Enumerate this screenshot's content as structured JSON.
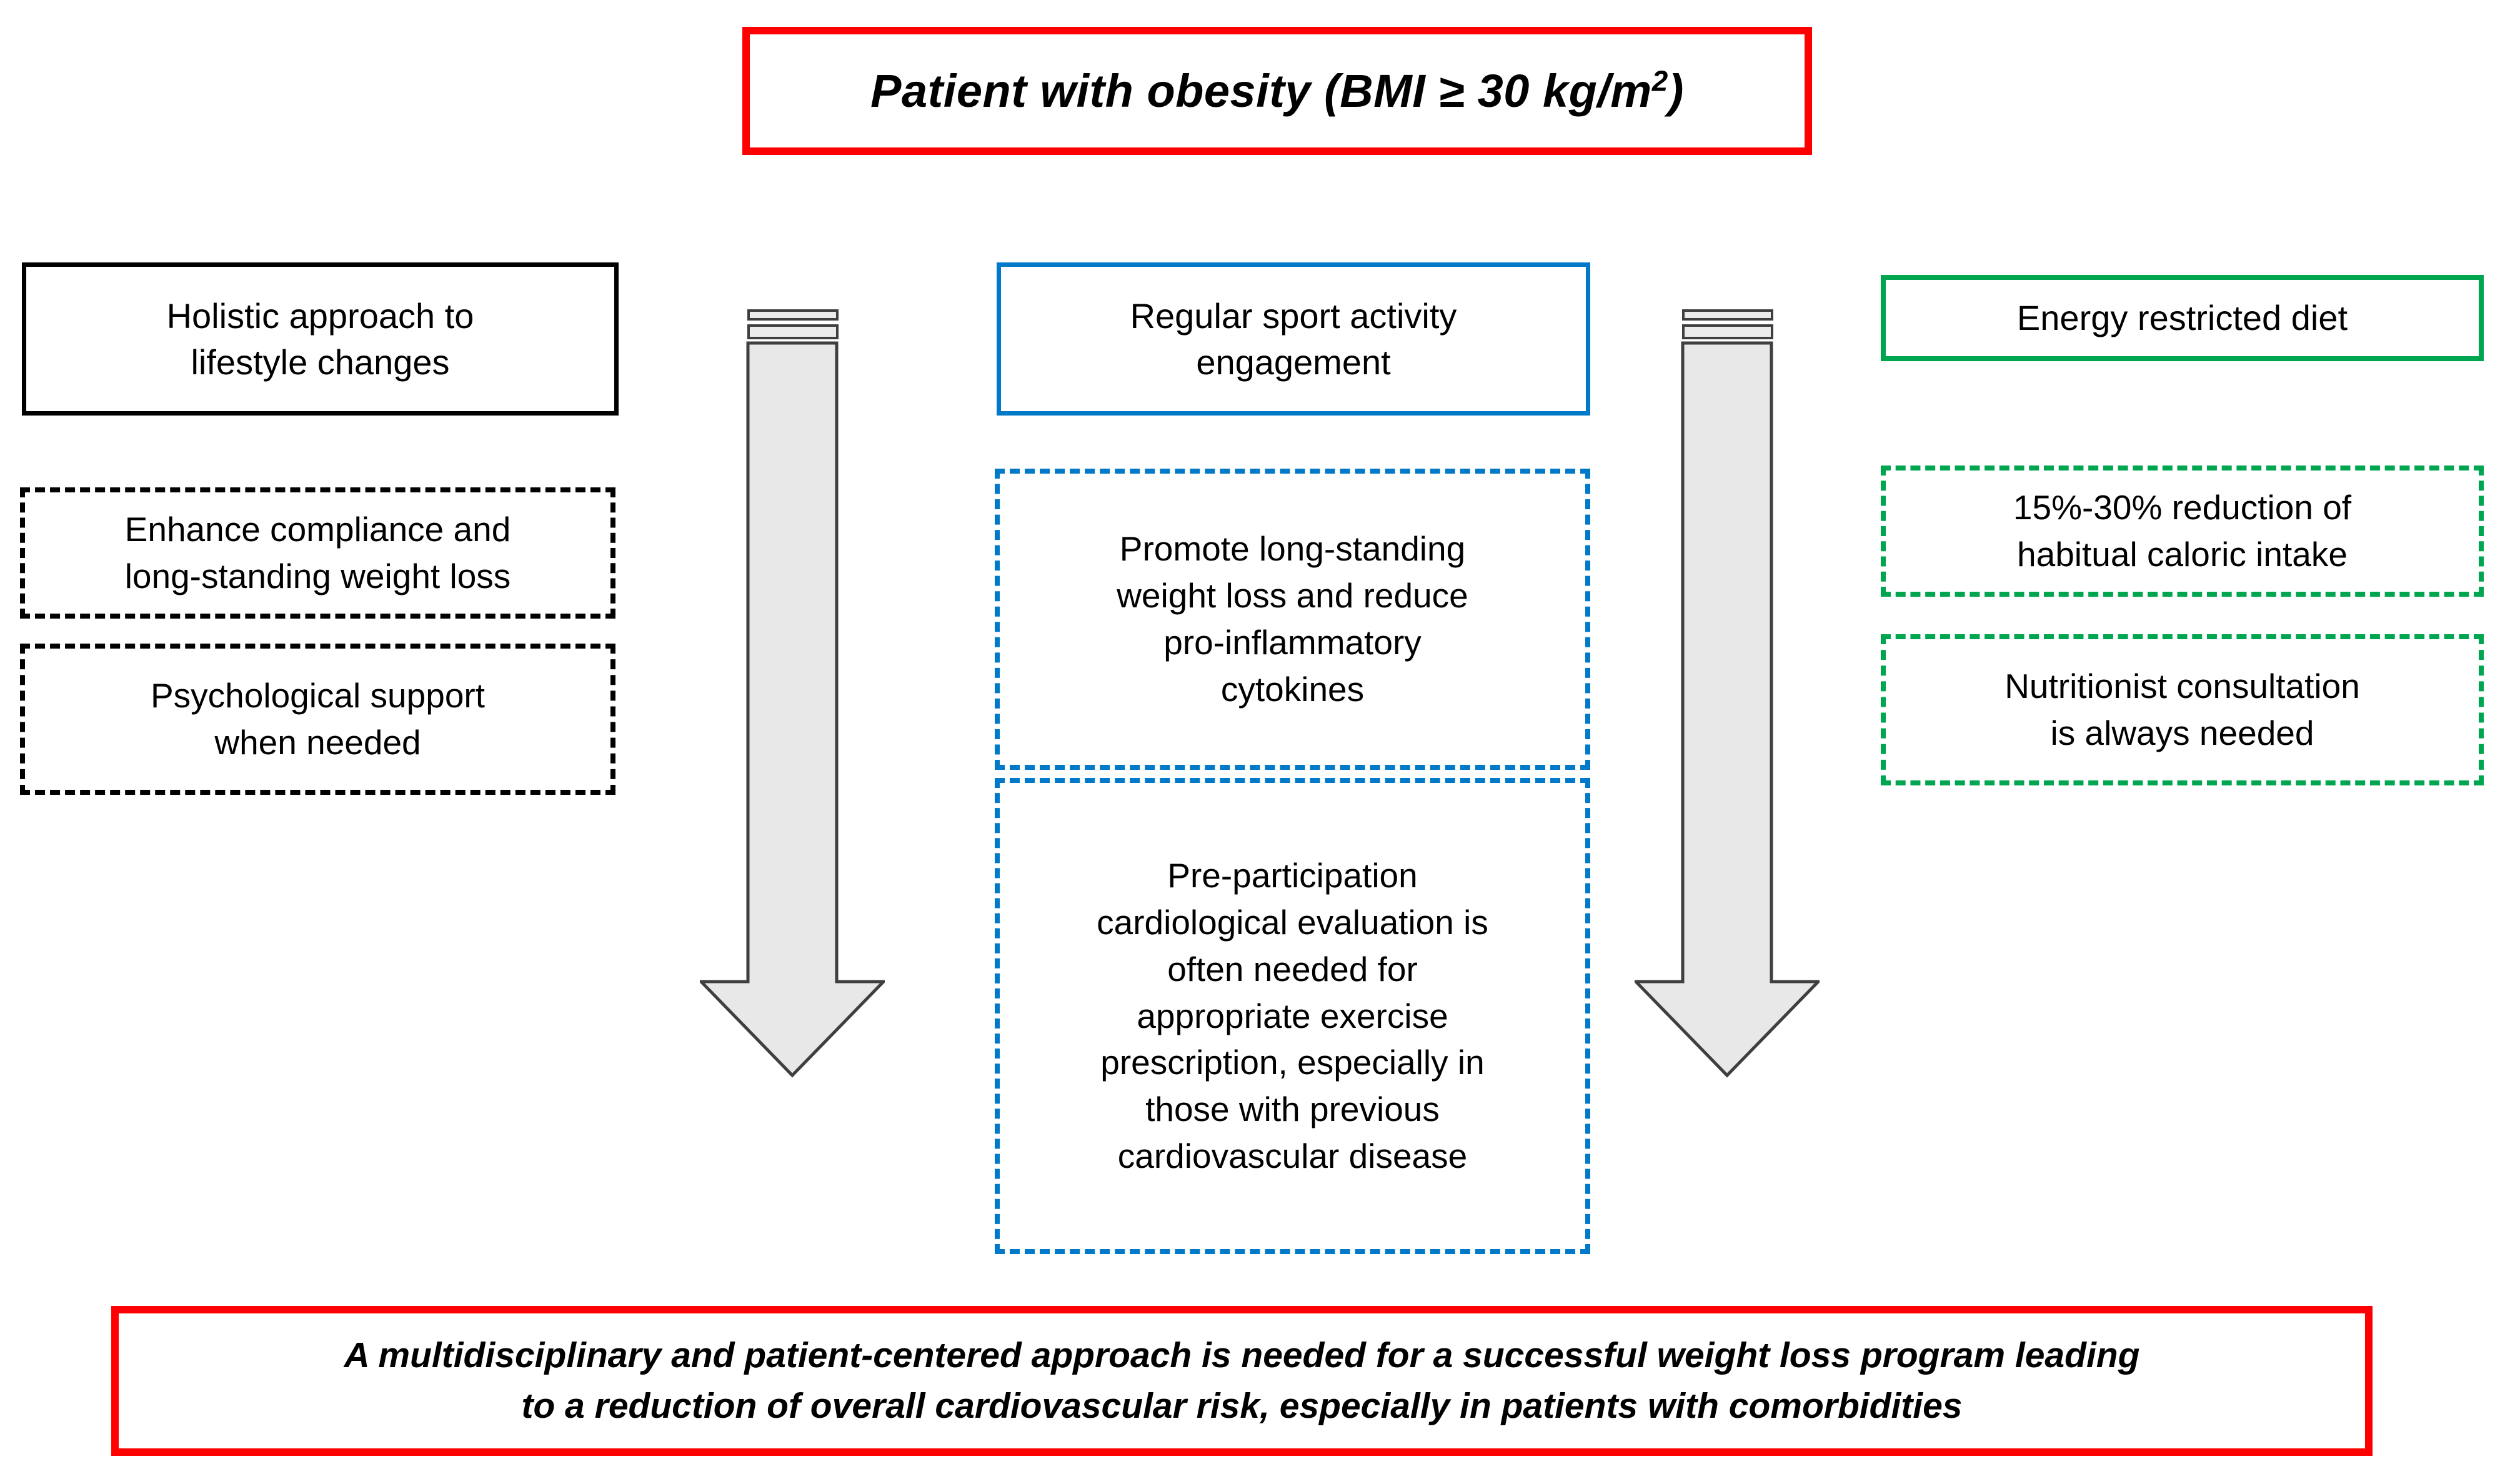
{
  "diagram": {
    "title_box": {
      "text_before_sup": "Patient with obesity (BMI ≥ 30 kg/m",
      "superscript": "2",
      "text_after_sup": ")",
      "full_text": "Patient with obesity (BMI ≥ 30 kg/m²)",
      "border_color": "#ff0000"
    },
    "conclusion_box": {
      "text": "A multidisciplinary and patient-centered approach is needed for a successful weight loss program leading\nto a reduction of overall cardiovascular risk, especially in patients with comorbidities",
      "border_color": "#ff0000"
    },
    "columns": [
      {
        "key": "lifestyle",
        "accent_color": "#000000",
        "header": "Holistic approach to\nlifestyle changes",
        "details": [
          "Enhance compliance and\nlong-standing weight loss",
          "Psychological support\nwhen needed"
        ]
      },
      {
        "key": "sport",
        "accent_color": "#0079c8",
        "header": "Regular sport activity\nengagement",
        "details": [
          "Promote long-standing\nweight loss and reduce\npro-inflammatory\ncytokines",
          "Pre-participation\ncardiological evaluation is\noften needed for\nappropriate exercise\nprescription, especially in\nthose with previous\ncardiovascular disease"
        ]
      },
      {
        "key": "diet",
        "accent_color": "#00a550",
        "header": "Energy restricted diet",
        "details": [
          "15%-30% reduction of\nhabitual caloric intake",
          "Nutritionist consultation\nis always needed"
        ]
      }
    ],
    "arrows": [
      {
        "key": "arrow-left",
        "direction": "down",
        "fill_color": "#e8e8e8",
        "outline_color": "#3f3f3f"
      },
      {
        "key": "arrow-right",
        "direction": "down",
        "fill_color": "#e8e8e8",
        "outline_color": "#3f3f3f"
      }
    ]
  }
}
